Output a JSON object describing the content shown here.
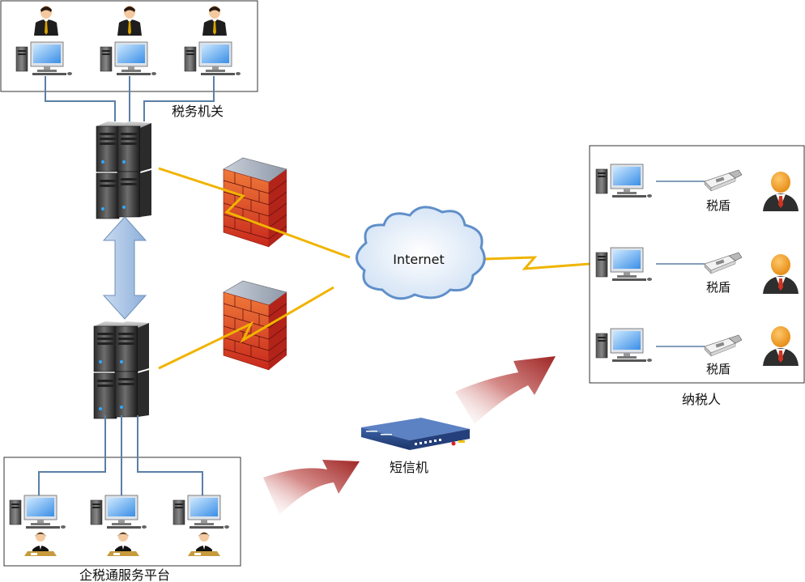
{
  "labels": {
    "tax_office": "税务机关",
    "enterprise_platform": "企税通服务平台",
    "internet": "Internet",
    "sms_machine": "短信机",
    "taxpayer": "纳税人",
    "tax_shield": "税盾"
  },
  "colors": {
    "link_line": "#5b7fa6",
    "lightning": "#f0b400",
    "firewall_brick": "#d9452b",
    "arrow_red": "#a8302f",
    "arrow_blue": "#9fbde0",
    "cloud_stroke": "#5f8fc9",
    "person_orange": "#f29b22"
  },
  "icons": [
    "office-worker-icon",
    "desktop-computer-icon",
    "server-rack-icon",
    "firewall-icon",
    "cloud-icon",
    "usb-key-icon",
    "user-avatar-icon",
    "sms-gateway-icon",
    "lightning-icon",
    "bidirectional-arrow-icon",
    "gradient-arrow-icon"
  ]
}
